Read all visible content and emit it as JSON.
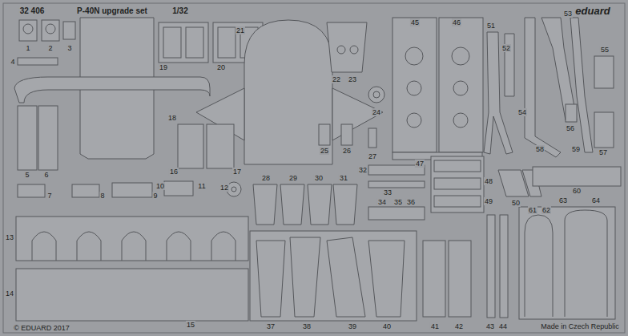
{
  "diagram": {
    "title": "P-40N upgrade set",
    "labels": [
      "32 406",
      "1/32",
      "eduard",
      "© EDUARD 2017",
      "Made in Czech Republic",
      "1",
      "2",
      "3",
      "4",
      "5",
      "6",
      "7",
      "8",
      "9",
      "10",
      "11",
      "12",
      "13",
      "14",
      "15",
      "16",
      "17",
      "18",
      "19",
      "20",
      "21",
      "22",
      "23",
      "24",
      "25",
      "26",
      "27",
      "28",
      "29",
      "30",
      "31",
      "32",
      "33",
      "34",
      "35",
      "36",
      "37",
      "38",
      "39",
      "40",
      "41",
      "42",
      "43",
      "44",
      "45",
      "46",
      "47",
      "48",
      "49",
      "50",
      "51",
      "52",
      "53",
      "54",
      "55",
      "56",
      "57",
      "58",
      "59",
      "60",
      "61",
      "62",
      "63",
      "64"
    ]
  }
}
